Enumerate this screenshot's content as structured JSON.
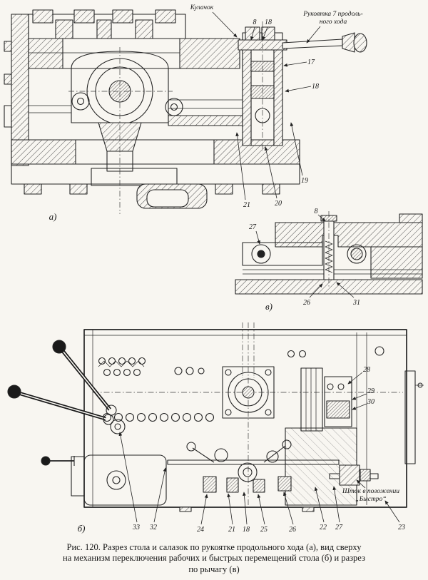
{
  "view_a": {
    "label": "а)",
    "ann_cam": "Кулачок",
    "ann_handle_1": "Рукоятка 7 продоль-",
    "ann_handle_2": "ного хода",
    "c8": "8",
    "c18a": "18",
    "c17": "17",
    "c18b": "18",
    "c19": "19",
    "c20": "20",
    "c21": "21"
  },
  "view_v": {
    "label": "в)",
    "c8": "8",
    "c27": "27",
    "c26": "26",
    "c31": "31"
  },
  "view_b": {
    "label": "б)",
    "c28": "28",
    "c29": "29",
    "c30": "30",
    "ann_shtok_1": "Шток в положении",
    "ann_shtok_2": "„Быстро“",
    "c33": "33",
    "c32": "32",
    "c24": "24",
    "c21": "21",
    "c18": "18",
    "c25": "25",
    "c26": "26",
    "c22": "22",
    "c27": "27",
    "c23": "23"
  },
  "caption": {
    "line1": "Рис. 120. Разрез стола и салазок по рукоятке продольного хода (а), вид сверху",
    "line2": "на механизм переключения рабочих и быстрых перемещений стола (б) и разрез",
    "line3": "по рычагу (в)"
  }
}
